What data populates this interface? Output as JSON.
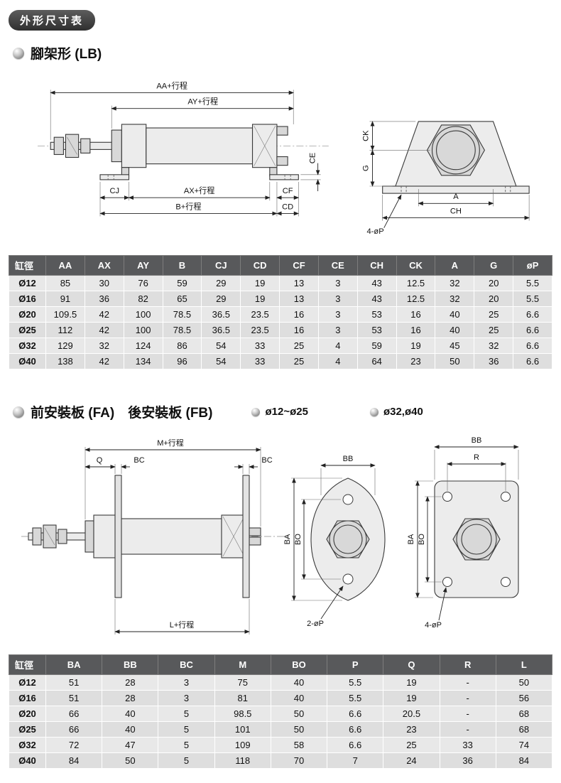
{
  "header": {
    "badge": "外形尺寸表"
  },
  "sections": {
    "lb": {
      "title": "腳架形 (LB)",
      "diagram": {
        "aa": "AA+行程",
        "ay": "AY+行程",
        "cj": "CJ",
        "ax": "AX+行程",
        "cf": "CF",
        "b": "B+行程",
        "cd": "CD",
        "ce": "CE",
        "ck": "CK",
        "g": "G",
        "a": "A",
        "ch": "CH",
        "p4": "4-øP"
      }
    },
    "fafb": {
      "title": "前安裝板 (FA)　後安裝板 (FB)",
      "variant_small": "ø12~ø25",
      "variant_large": "ø32,ø40",
      "diagram": {
        "m": "M+行程",
        "q": "Q",
        "bc1": "BC",
        "bc2": "BC",
        "l": "L+行程",
        "oval_bb": "BB",
        "oval_ba": "BA",
        "oval_bo": "BO",
        "p2": "2-øP",
        "rect_bb": "BB",
        "rect_r": "R",
        "rect_ba": "BA",
        "rect_bo": "BO",
        "p4": "4-øP"
      }
    }
  },
  "table_lb": {
    "headers": [
      "缸徑",
      "AA",
      "AX",
      "AY",
      "B",
      "CJ",
      "CD",
      "CF",
      "CE",
      "CH",
      "CK",
      "A",
      "G",
      "øP"
    ],
    "rows": [
      [
        "Ø12",
        "85",
        "30",
        "76",
        "59",
        "29",
        "19",
        "13",
        "3",
        "43",
        "12.5",
        "32",
        "20",
        "5.5"
      ],
      [
        "Ø16",
        "91",
        "36",
        "82",
        "65",
        "29",
        "19",
        "13",
        "3",
        "43",
        "12.5",
        "32",
        "20",
        "5.5"
      ],
      [
        "Ø20",
        "109.5",
        "42",
        "100",
        "78.5",
        "36.5",
        "23.5",
        "16",
        "3",
        "53",
        "16",
        "40",
        "25",
        "6.6"
      ],
      [
        "Ø25",
        "112",
        "42",
        "100",
        "78.5",
        "36.5",
        "23.5",
        "16",
        "3",
        "53",
        "16",
        "40",
        "25",
        "6.6"
      ],
      [
        "Ø32",
        "129",
        "32",
        "124",
        "86",
        "54",
        "33",
        "25",
        "4",
        "59",
        "19",
        "45",
        "32",
        "6.6"
      ],
      [
        "Ø40",
        "138",
        "42",
        "134",
        "96",
        "54",
        "33",
        "25",
        "4",
        "64",
        "23",
        "50",
        "36",
        "6.6"
      ]
    ]
  },
  "table_fafb": {
    "headers": [
      "缸徑",
      "BA",
      "BB",
      "BC",
      "M",
      "BO",
      "P",
      "Q",
      "R",
      "L"
    ],
    "rows": [
      [
        "Ø12",
        "51",
        "28",
        "3",
        "75",
        "40",
        "5.5",
        "19",
        "-",
        "50"
      ],
      [
        "Ø16",
        "51",
        "28",
        "3",
        "81",
        "40",
        "5.5",
        "19",
        "-",
        "56"
      ],
      [
        "Ø20",
        "66",
        "40",
        "5",
        "98.5",
        "50",
        "6.6",
        "20.5",
        "-",
        "68"
      ],
      [
        "Ø25",
        "66",
        "40",
        "5",
        "101",
        "50",
        "6.6",
        "23",
        "-",
        "68"
      ],
      [
        "Ø32",
        "72",
        "47",
        "5",
        "109",
        "58",
        "6.6",
        "25",
        "33",
        "74"
      ],
      [
        "Ø40",
        "84",
        "50",
        "5",
        "118",
        "70",
        "7",
        "24",
        "36",
        "84"
      ]
    ]
  }
}
